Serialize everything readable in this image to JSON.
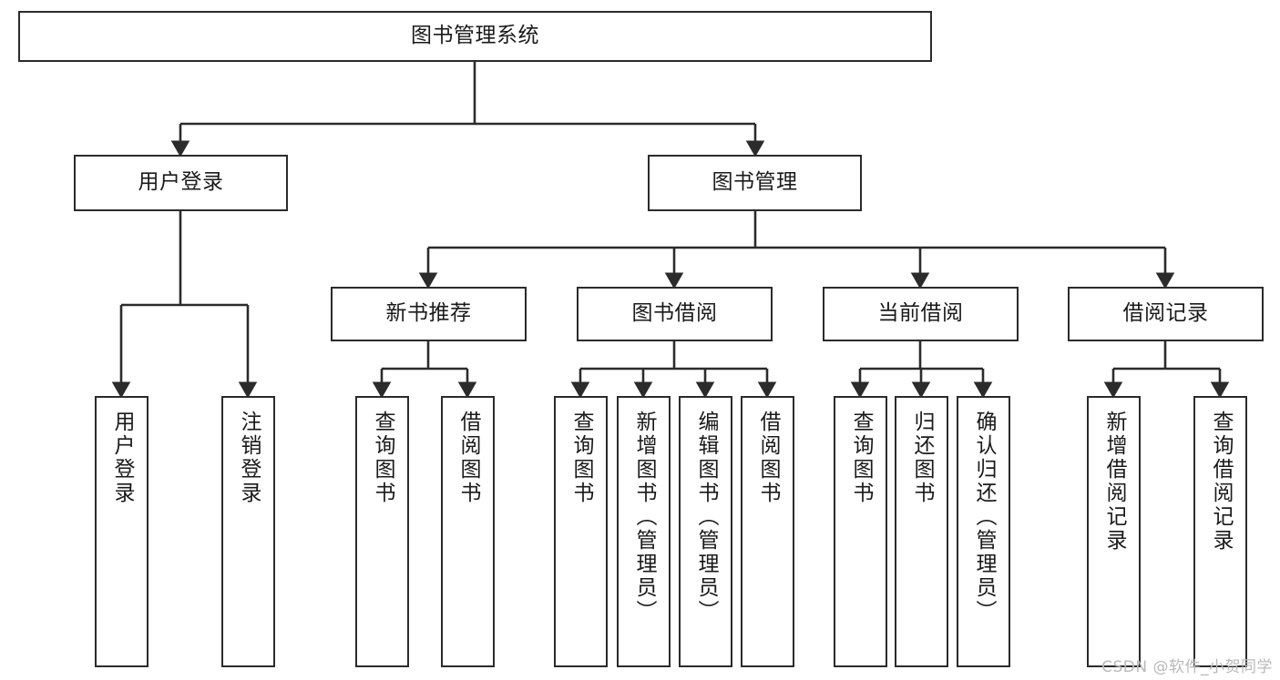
{
  "diagram": {
    "type": "tree-hierarchy-chart",
    "title": "图书管理系统",
    "colors": {
      "box_border": "#2b2b2b",
      "box_fill": "#ffffff",
      "edge": "#2b2b2b",
      "text": "#1a1a1a",
      "watermark": "#b9b9b9",
      "background": "#ffffff"
    },
    "nodes": {
      "root": {
        "label": "图书管理系统",
        "orientation": "horizontal"
      },
      "tier2": [
        {
          "id": "user-login",
          "label": "用户登录",
          "orientation": "horizontal"
        },
        {
          "id": "book-manage",
          "label": "图书管理",
          "orientation": "horizontal"
        }
      ],
      "tier3": [
        {
          "id": "new-book-recommend",
          "label": "新书推荐",
          "orientation": "horizontal"
        },
        {
          "id": "book-borrow",
          "label": "图书借阅",
          "orientation": "horizontal"
        },
        {
          "id": "current-borrow",
          "label": "当前借阅",
          "orientation": "horizontal"
        },
        {
          "id": "borrow-record",
          "label": "借阅记录",
          "orientation": "horizontal"
        }
      ],
      "leaves": [
        {
          "id": "leaf-user-login",
          "label": "用户登录",
          "orientation": "vertical",
          "parent": "user-login"
        },
        {
          "id": "leaf-logout-login",
          "label": "注销登录",
          "orientation": "vertical",
          "parent": "user-login"
        },
        {
          "id": "leaf-query-book-1",
          "label": "查询图书",
          "orientation": "vertical",
          "parent": "new-book-recommend"
        },
        {
          "id": "leaf-borrow-book-1",
          "label": "借阅图书",
          "orientation": "vertical",
          "parent": "new-book-recommend"
        },
        {
          "id": "leaf-query-book-2",
          "label": "查询图书",
          "orientation": "vertical",
          "parent": "book-borrow"
        },
        {
          "id": "leaf-add-book-admin",
          "label": "新增图书（管理员）",
          "orientation": "vertical",
          "parent": "book-borrow"
        },
        {
          "id": "leaf-edit-book-admin",
          "label": "编辑图书（管理员）",
          "orientation": "vertical",
          "parent": "book-borrow"
        },
        {
          "id": "leaf-borrow-book-2",
          "label": "借阅图书",
          "orientation": "vertical",
          "parent": "book-borrow"
        },
        {
          "id": "leaf-query-book-3",
          "label": "查询图书",
          "orientation": "vertical",
          "parent": "current-borrow"
        },
        {
          "id": "leaf-return-book",
          "label": "归还图书",
          "orientation": "vertical",
          "parent": "current-borrow"
        },
        {
          "id": "leaf-confirm-return-admin",
          "label": "确认归还（管理员）",
          "orientation": "vertical",
          "parent": "current-borrow"
        },
        {
          "id": "leaf-add-borrow-record",
          "label": "新增借阅记录",
          "orientation": "vertical",
          "parent": "borrow-record"
        },
        {
          "id": "leaf-query-borrow-record",
          "label": "查询借阅记录",
          "orientation": "vertical",
          "parent": "borrow-record"
        }
      ]
    },
    "watermark": "CSDN @软件_小贺同学"
  }
}
